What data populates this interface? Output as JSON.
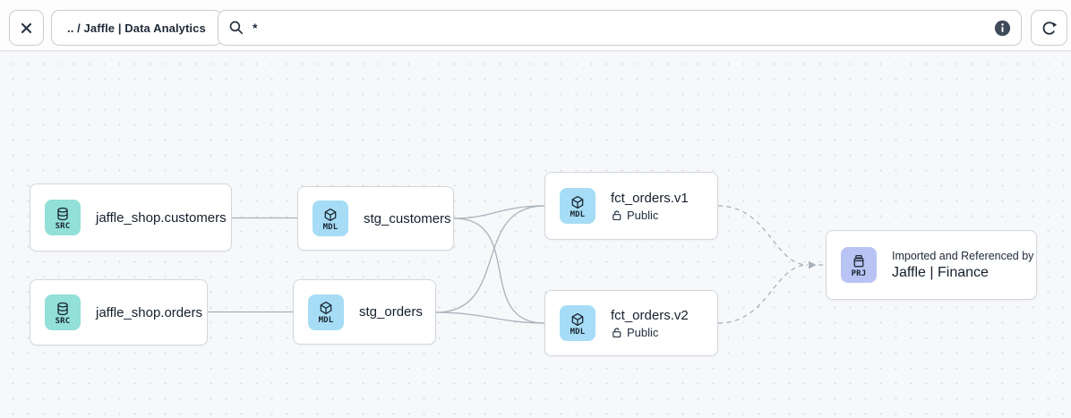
{
  "toolbar": {
    "breadcrumb": ".. / Jaffle | Data Analytics",
    "search_value": "*",
    "icons": {
      "close": "close-icon",
      "search": "search-icon",
      "info": "info-icon",
      "refresh": "refresh-icon"
    }
  },
  "colors": {
    "source_badge": "#92e0d7",
    "model_badge": "#a6dcf5",
    "project_badge": "#b9c3f4",
    "edge": "#a9b1ba",
    "text_dark": "#1a2430",
    "canvas_bg": "#f7f8fa"
  },
  "graph": {
    "nodes": [
      {
        "id": "source-jaffle-shop-customers",
        "type": "source",
        "badge": "SRC",
        "label": "jaffle_shop.customers"
      },
      {
        "id": "source-jaffle-shop-orders",
        "type": "source",
        "badge": "SRC",
        "label": "jaffle_shop.orders"
      },
      {
        "id": "model-stg-customers",
        "type": "model",
        "badge": "MDL",
        "label": "stg_customers"
      },
      {
        "id": "model-stg-orders",
        "type": "model",
        "badge": "MDL",
        "label": "stg_orders"
      },
      {
        "id": "model-fct-orders-v1",
        "type": "model",
        "badge": "MDL",
        "label": "fct_orders.v1",
        "access": "Public"
      },
      {
        "id": "model-fct-orders-v2",
        "type": "model",
        "badge": "MDL",
        "label": "fct_orders.v2",
        "access": "Public"
      },
      {
        "id": "project-jaffle-finance",
        "type": "project",
        "badge": "PRJ",
        "kicker": "Imported and Referenced by",
        "label": "Jaffle | Finance"
      }
    ],
    "edges": [
      {
        "from": "source-jaffle-shop-customers",
        "to": "model-stg-customers",
        "style": "solid"
      },
      {
        "from": "source-jaffle-shop-orders",
        "to": "model-stg-orders",
        "style": "solid"
      },
      {
        "from": "model-stg-customers",
        "to": "model-fct-orders-v1",
        "style": "solid"
      },
      {
        "from": "model-stg-customers",
        "to": "model-fct-orders-v2",
        "style": "solid"
      },
      {
        "from": "model-stg-orders",
        "to": "model-fct-orders-v1",
        "style": "solid"
      },
      {
        "from": "model-stg-orders",
        "to": "model-fct-orders-v2",
        "style": "solid"
      },
      {
        "from": "model-fct-orders-v1",
        "to": "project-jaffle-finance",
        "style": "dashed"
      },
      {
        "from": "model-fct-orders-v2",
        "to": "project-jaffle-finance",
        "style": "dashed"
      }
    ]
  }
}
